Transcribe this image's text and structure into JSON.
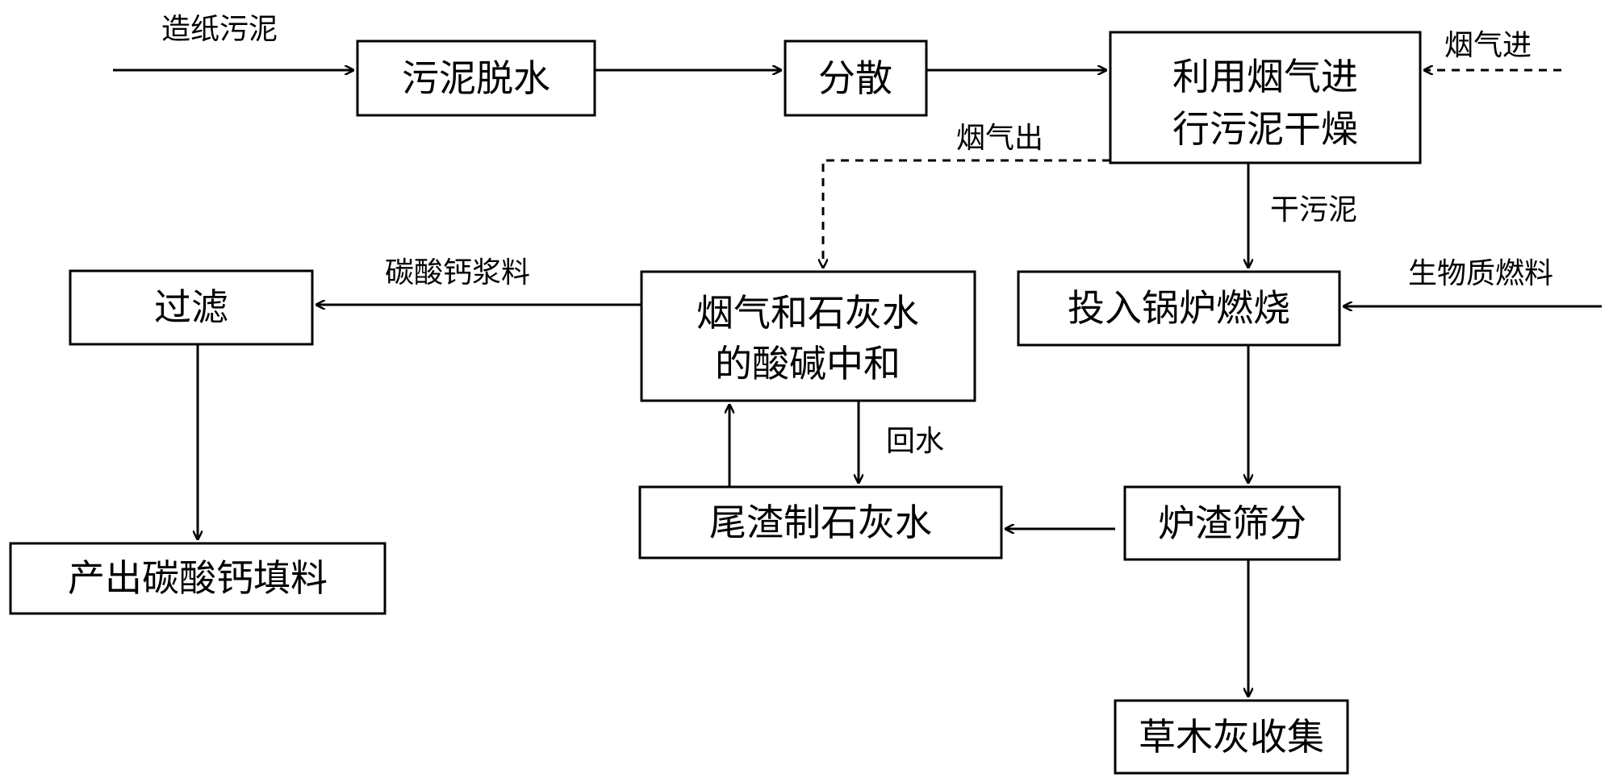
{
  "boxes": {
    "dewatering": "污泥脱水",
    "disperse": "分散",
    "drying_line1": "利用烟气进",
    "drying_line2": "行污泥干燥",
    "filter": "过滤",
    "neutralize_line1": "烟气和石灰水",
    "neutralize_line2": "的酸碱中和",
    "boiler": "投入锅炉燃烧",
    "product": "产出碳酸钙填料",
    "limewater": "尾渣制石灰水",
    "screening": "炉渣筛分",
    "ash": "草木灰收集"
  },
  "labels": {
    "paper_sludge": "造纸污泥",
    "flue_in": "烟气进",
    "flue_out": "烟气出",
    "dry_sludge": "干污泥",
    "slurry": "碳酸钙浆料",
    "biomass": "生物质燃料",
    "return_water": "回水"
  }
}
